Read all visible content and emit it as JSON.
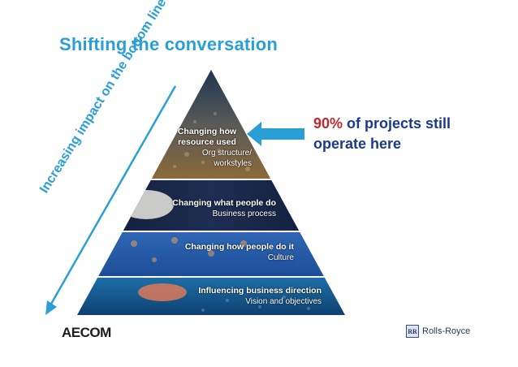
{
  "slide": {
    "title": "Shifting the conversation",
    "axis_label": "Increasing impact on the bottom line",
    "callout": {
      "percent": "90%",
      "text_a": " of projects still",
      "text_b": "operate here"
    },
    "tiers": [
      {
        "head_1": "Changing how",
        "head_2": "resource used",
        "sub_1": "Org structure/",
        "sub_2": "workstyles"
      },
      {
        "head": "Changing what people do",
        "sub": "Business process"
      },
      {
        "head": "Changing how people do it",
        "sub": "Culture"
      },
      {
        "head": "Influencing business direction",
        "sub": "Vision and objectives"
      }
    ],
    "logos": {
      "left": "AECOM",
      "right": "Rolls-Royce",
      "right_badge": "RR"
    }
  },
  "colors": {
    "title": "#2a9fd6",
    "accent_blue": "#2a9fd6",
    "callout_red": "#c0282e",
    "callout_navy": "#1a3a8a"
  },
  "icons": [
    "pyramid-diagram",
    "left-arrow-icon",
    "diagonal-arrow-icon"
  ]
}
